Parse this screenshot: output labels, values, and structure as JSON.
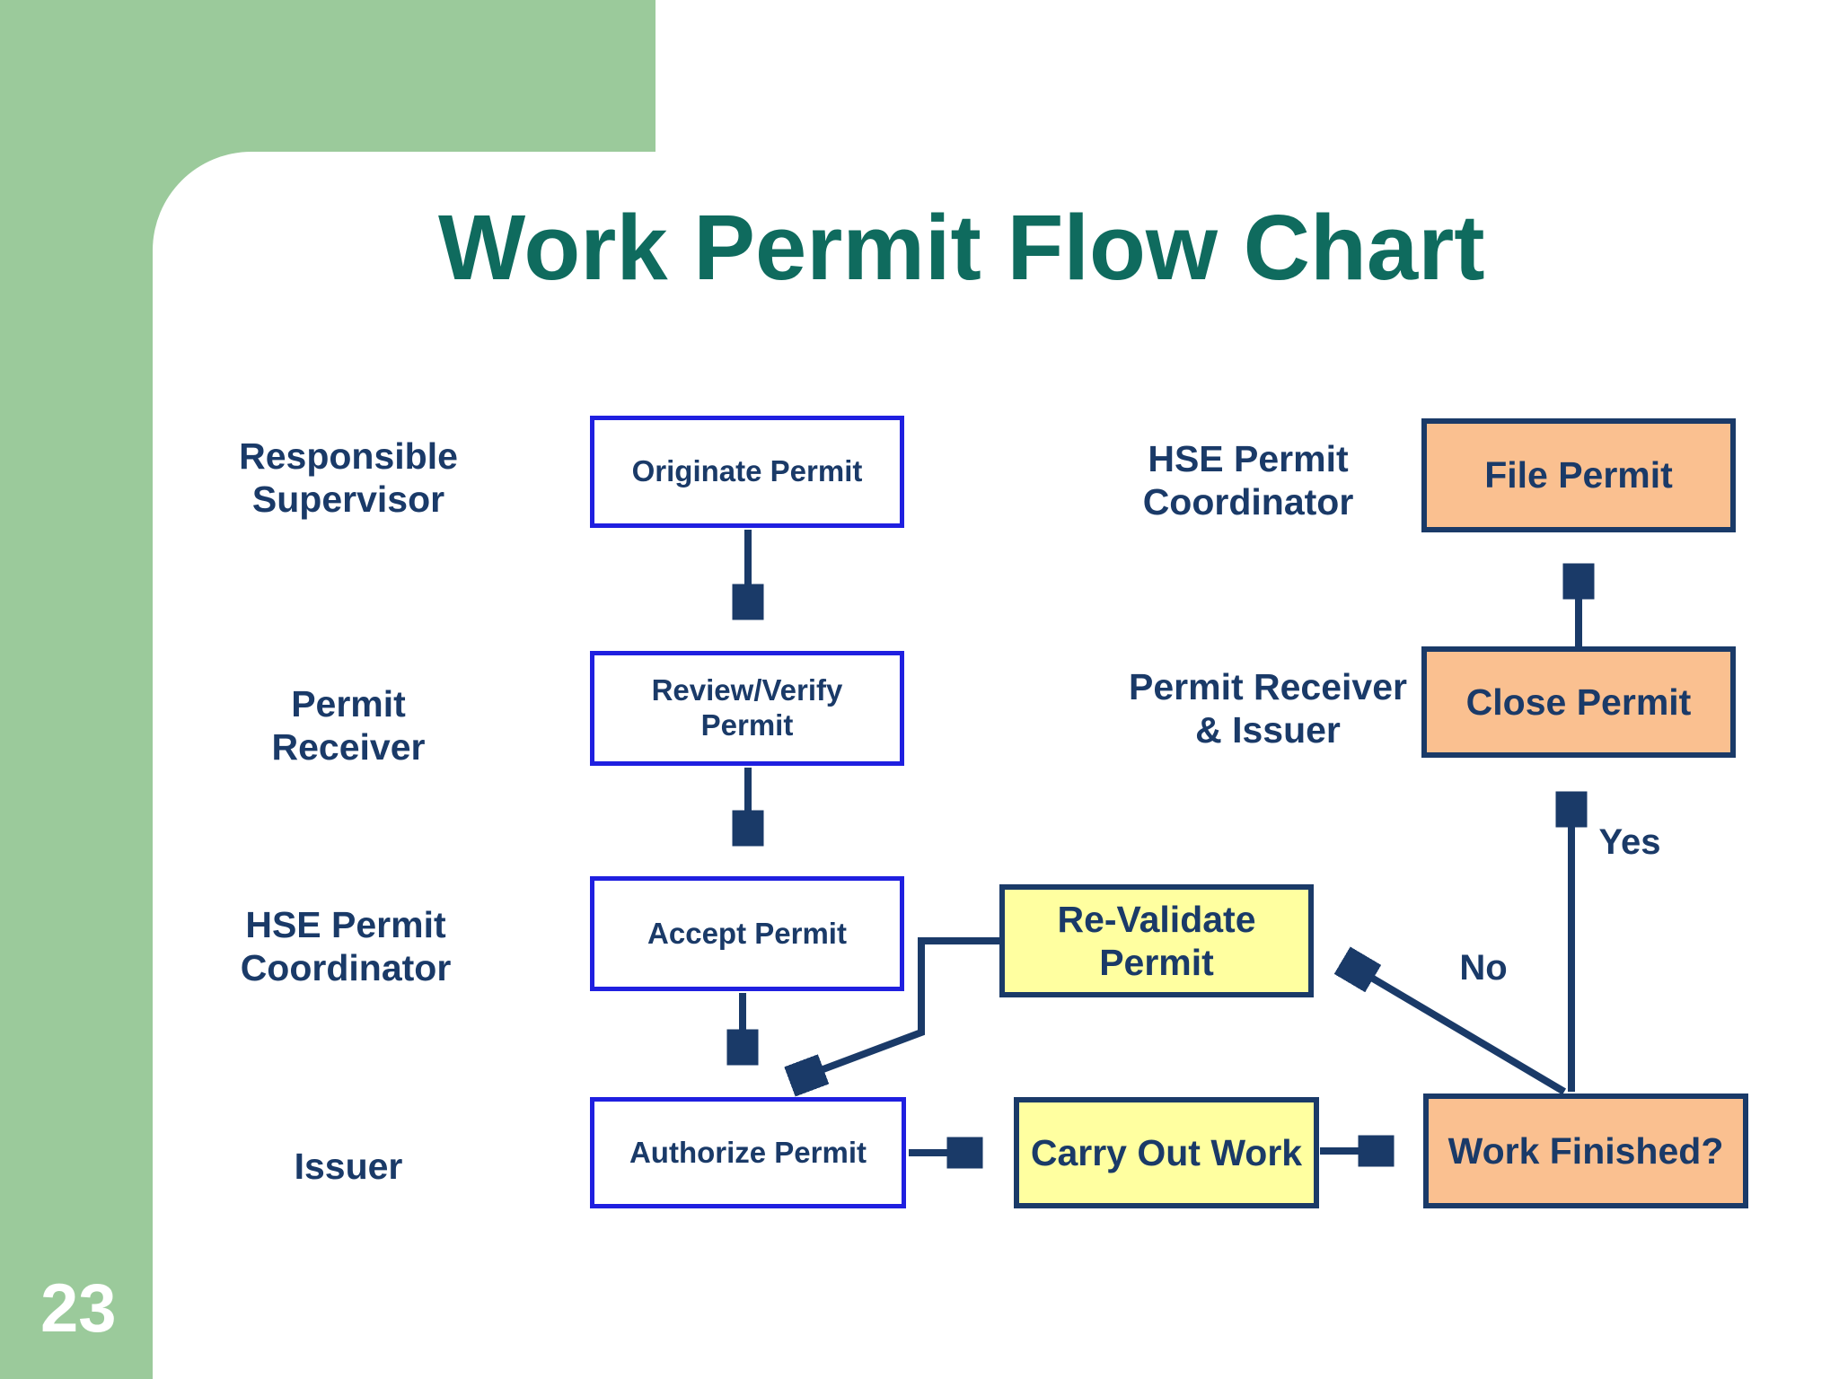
{
  "slide": {
    "title": "Work Permit Flow Chart",
    "page_number": "23"
  },
  "colors": {
    "background_green": "#9BCA9B",
    "title_teal": "#0F6B5E",
    "navy_text_and_arrows": "#1A3A68",
    "blue_box_border": "#1F1FE0",
    "yellow_box_fill": "#FFFFA0",
    "orange_box_fill": "#FAC090",
    "white": "#FFFFFF"
  },
  "lane_labels": [
    {
      "label": "Responsible\nSupervisor"
    },
    {
      "label": "Permit\nReceiver"
    },
    {
      "label": "HSE Permit\nCoordinator"
    },
    {
      "label": "Issuer"
    }
  ],
  "right_labels": [
    {
      "label": "HSE Permit\nCoordinator"
    },
    {
      "label": "Permit Receiver\n& Issuer"
    }
  ],
  "boxes": [
    {
      "id": "originate-permit",
      "label": "Originate Permit",
      "type": "process-blue"
    },
    {
      "id": "review-verify-permit",
      "label": "Review/Verify\nPermit",
      "type": "process-blue"
    },
    {
      "id": "accept-permit",
      "label": "Accept Permit",
      "type": "process-blue"
    },
    {
      "id": "authorize-permit",
      "label": "Authorize Permit",
      "type": "process-blue"
    },
    {
      "id": "re-validate-permit",
      "label": "Re-Validate\nPermit",
      "type": "process-yellow"
    },
    {
      "id": "carry-out-work",
      "label": "Carry Out Work",
      "type": "process-yellow"
    },
    {
      "id": "file-permit",
      "label": "File Permit",
      "type": "process-orange"
    },
    {
      "id": "close-permit",
      "label": "Close Permit",
      "type": "process-orange"
    },
    {
      "id": "work-finished",
      "label": "Work Finished?",
      "type": "decision-orange"
    }
  ],
  "edge_labels": {
    "yes": "Yes",
    "no": "No"
  },
  "edges": [
    {
      "from": "Originate Permit",
      "to": "Review/Verify Permit"
    },
    {
      "from": "Review/Verify Permit",
      "to": "Accept Permit"
    },
    {
      "from": "Accept Permit",
      "to": "Authorize Permit"
    },
    {
      "from": "Authorize Permit",
      "to": "Carry Out Work"
    },
    {
      "from": "Carry Out Work",
      "to": "Work Finished?"
    },
    {
      "from": "Work Finished?",
      "to": "Close Permit",
      "label": "Yes"
    },
    {
      "from": "Close Permit",
      "to": "File Permit"
    },
    {
      "from": "Work Finished?",
      "to": "Re-Validate Permit",
      "label": "No"
    },
    {
      "from": "Re-Validate Permit",
      "to": "Authorize Permit"
    }
  ]
}
